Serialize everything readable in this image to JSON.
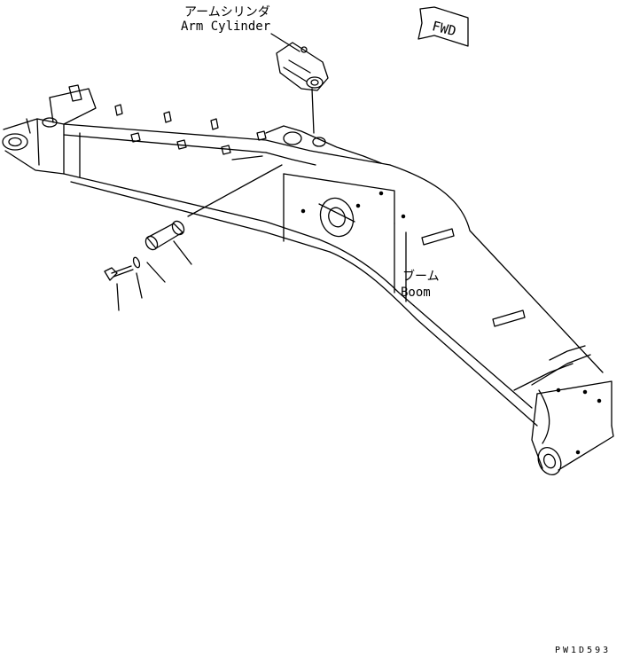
{
  "labels": {
    "arm_cylinder_jp": "アームシリンダ",
    "arm_cylinder_en": "Arm Cylinder",
    "boom_jp": "ブーム",
    "boom_en": "Boom",
    "fwd": "FWD",
    "drawing_no": "PW1D593"
  }
}
